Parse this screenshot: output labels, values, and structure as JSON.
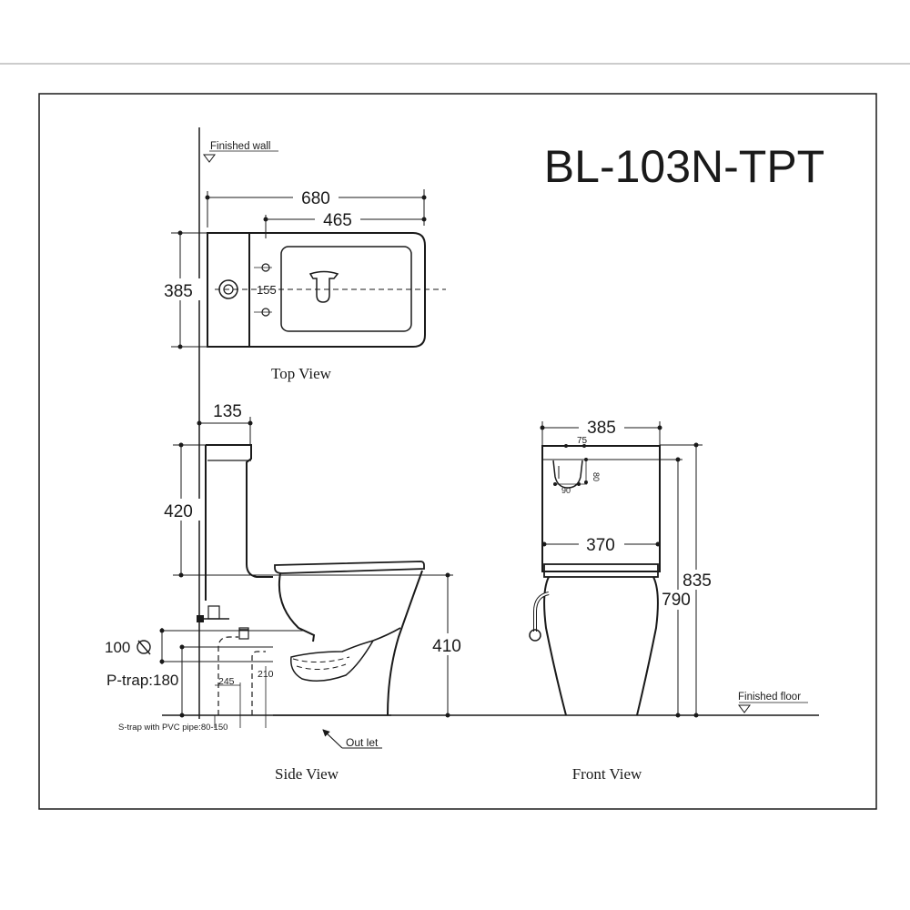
{
  "model": "BL-103N-TPT",
  "labels": {
    "finished_wall": "Finished wall",
    "finished_floor": "Finished floor",
    "top_view": "Top View",
    "side_view": "Side View",
    "front_view": "Front View",
    "outlet": "Out let",
    "s_trap_note": "S-trap with PVC pipe:80-150"
  },
  "dimensions": {
    "top": {
      "length": "680",
      "bowl_length": "465",
      "width": "385",
      "inlet_spacing": "155"
    },
    "side": {
      "tank_depth": "135",
      "tank_height": "420",
      "seat_height": "410",
      "outlet_size": "100",
      "p_trap": "P-trap:180",
      "d245": "245",
      "d210": "210"
    },
    "front": {
      "width": "385",
      "d75": "75",
      "d80": "80",
      "d90": "90",
      "inner_width": "370",
      "total_height": "835",
      "body_height": "790"
    }
  }
}
